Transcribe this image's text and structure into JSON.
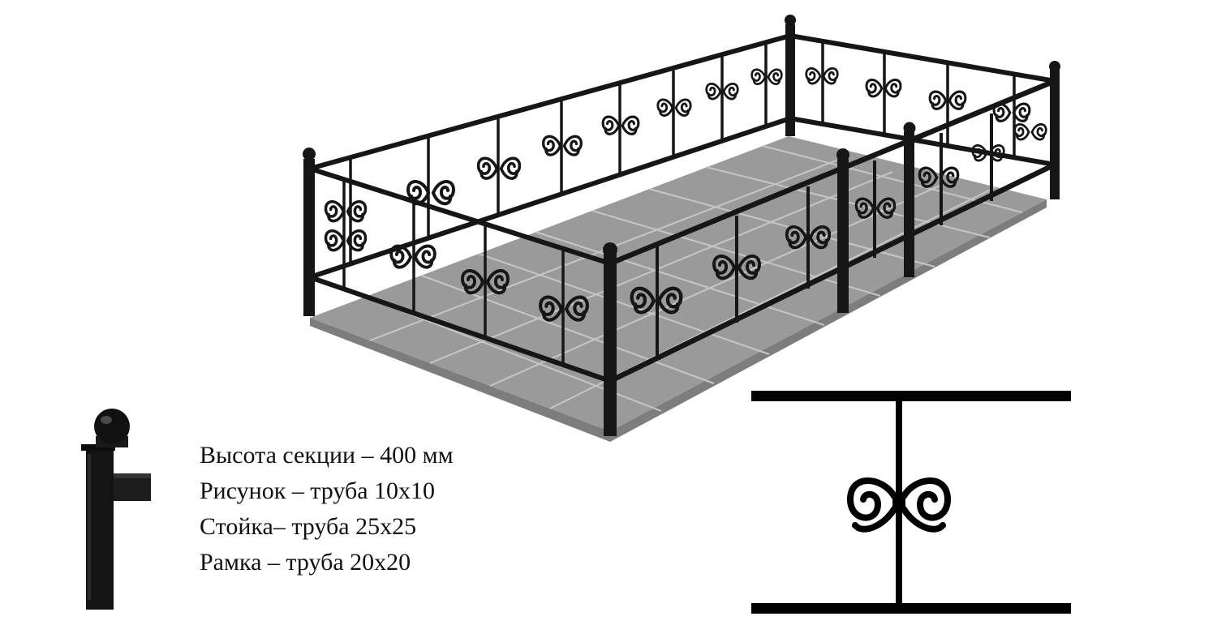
{
  "specs": [
    {
      "label": "Высота секции",
      "value": "400 мм"
    },
    {
      "label": "Рисунок",
      "value": "труба 10х10"
    },
    {
      "label": "Стойка",
      "value": "труба 25х25"
    },
    {
      "label": "Рамка",
      "value": "труба 20х20"
    }
  ],
  "colors": {
    "metal": "#161616",
    "tiles": "#8f8f8f",
    "base": "#9a9a9a",
    "grout": "#c6c6c6"
  },
  "icons": [
    "fence-render",
    "post-cap-detail",
    "scroll-pattern-drawing"
  ]
}
